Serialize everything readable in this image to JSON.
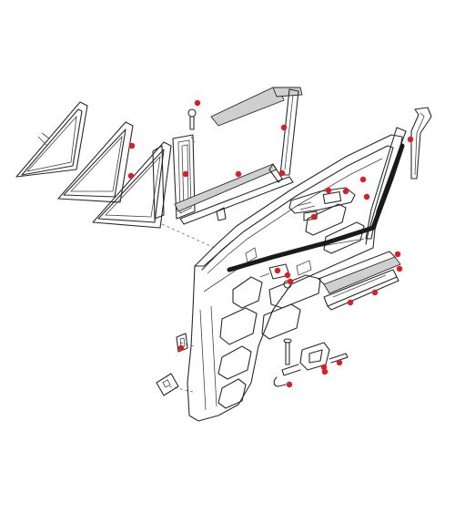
{
  "colors": {
    "line": "#2a2a2a",
    "hotspot": "#e21b23",
    "seal": "#1a1a1a",
    "background": "#ffffff"
  },
  "icons": {
    "hotspot": "red-dot-icon"
  },
  "parts": [
    {
      "id": "vent-window-frame"
    },
    {
      "id": "vent-window-glass-seal"
    },
    {
      "id": "vent-window-rubber"
    },
    {
      "id": "division-bar"
    },
    {
      "id": "screw"
    },
    {
      "id": "window-frame-seal"
    },
    {
      "id": "window-scraper-inner"
    },
    {
      "id": "window-scraper-outer"
    },
    {
      "id": "door-shell"
    },
    {
      "id": "window-channel-rear"
    },
    {
      "id": "door-weatherstrip"
    },
    {
      "id": "door-handle-assembly"
    },
    {
      "id": "lock-mechanism"
    },
    {
      "id": "armrest-trim"
    },
    {
      "id": "door-pocket-trim"
    },
    {
      "id": "door-check-strap"
    },
    {
      "id": "hinge-pin"
    },
    {
      "id": "latch-cover-plate"
    },
    {
      "id": "window-regulator-clip"
    }
  ]
}
